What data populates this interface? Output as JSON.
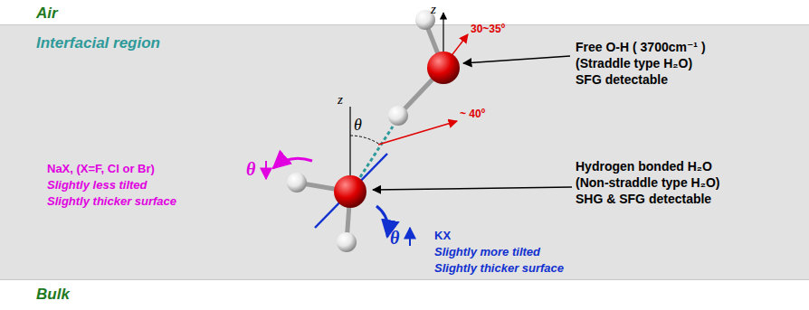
{
  "diagram": {
    "nodes": [
      {
        "text": [
          "Air"
        ]
      },
      {
        "text": [
          "Interfacial region"
        ]
      },
      {
        "text": [
          "Bulk"
        ]
      }
    ],
    "labels": [
      "30~35º",
      "z",
      "Free O-H ( 3700cm⁻¹ )",
      "(Straddle type H₂O)",
      "SFG detectable",
      "z",
      "θ",
      "~ 40º",
      "NaX, (X=F, Cl or Br)",
      "Slightly less tilted",
      "Slightly thicker surface",
      "θ",
      "Hydrogen bonded H₂O",
      "(Non-straddle type H₂O)",
      "SHG & SFG detectable",
      "θ",
      "KX",
      "Slightly more tilted",
      "Slightly thicker surface"
    ]
  }
}
